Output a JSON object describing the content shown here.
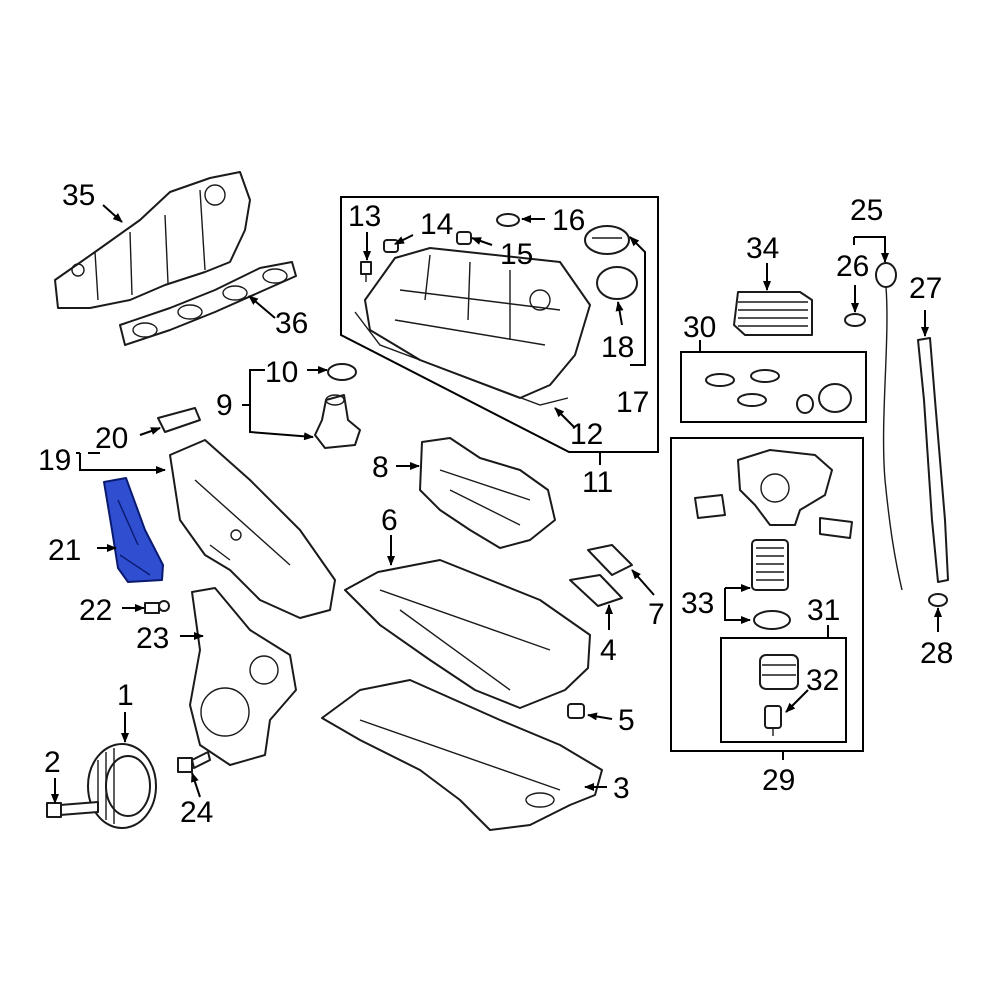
{
  "callouts": [
    "1",
    "2",
    "3",
    "4",
    "5",
    "6",
    "7",
    "8",
    "9",
    "10",
    "11",
    "12",
    "13",
    "14",
    "15",
    "16",
    "17",
    "18",
    "19",
    "20",
    "21",
    "22",
    "23",
    "24",
    "25",
    "26",
    "27",
    "28",
    "29",
    "30",
    "31",
    "32",
    "33",
    "34",
    "35",
    "36"
  ],
  "highlight_color": "#2f4fd0",
  "highlighted_part": "21"
}
